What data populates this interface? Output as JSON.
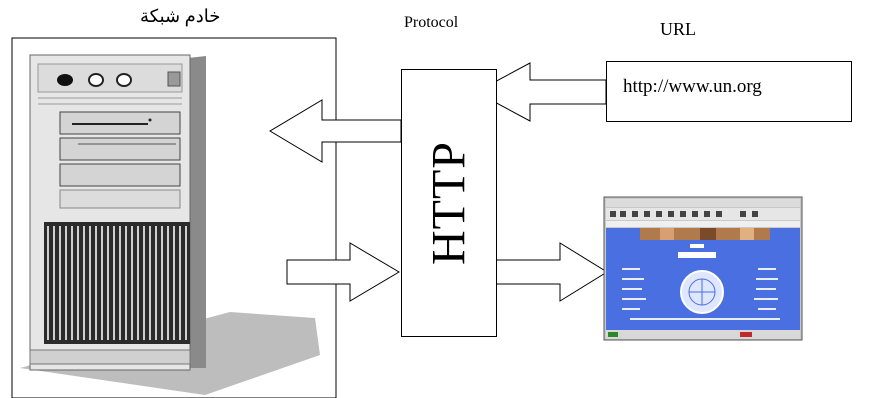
{
  "labels": {
    "server": "خادم شبكة",
    "protocol": "Protocol",
    "url": "URL"
  },
  "url_box": {
    "text": "http://www.un.org"
  },
  "protocol_box": {
    "text": "HTTP"
  },
  "colors": {
    "page_blue": "#4a6fe0",
    "gray": "#c8c8c8"
  }
}
